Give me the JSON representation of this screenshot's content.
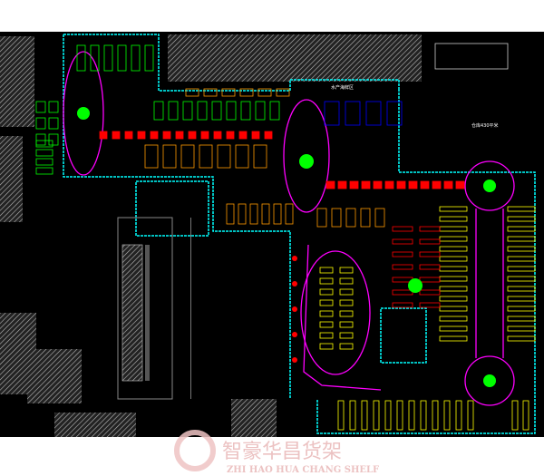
{
  "plan": {
    "warehouse_label": "仓库430平米",
    "seafood_label": "水产海鲜区",
    "colors": {
      "background": "#000000",
      "shelf_green": "#00ff00",
      "shelf_red": "#ff0000",
      "shelf_yellow": "#ffff00",
      "shelf_orange": "#ff9900",
      "walkway_magenta": "#ff00ff",
      "wall_cyan": "#00ffff",
      "freezer_blue": "#0000ff"
    }
  },
  "watermark": {
    "title": "智豪华昌货架",
    "subtitle": "ZHI HAO HUA CHANG SHELF"
  }
}
